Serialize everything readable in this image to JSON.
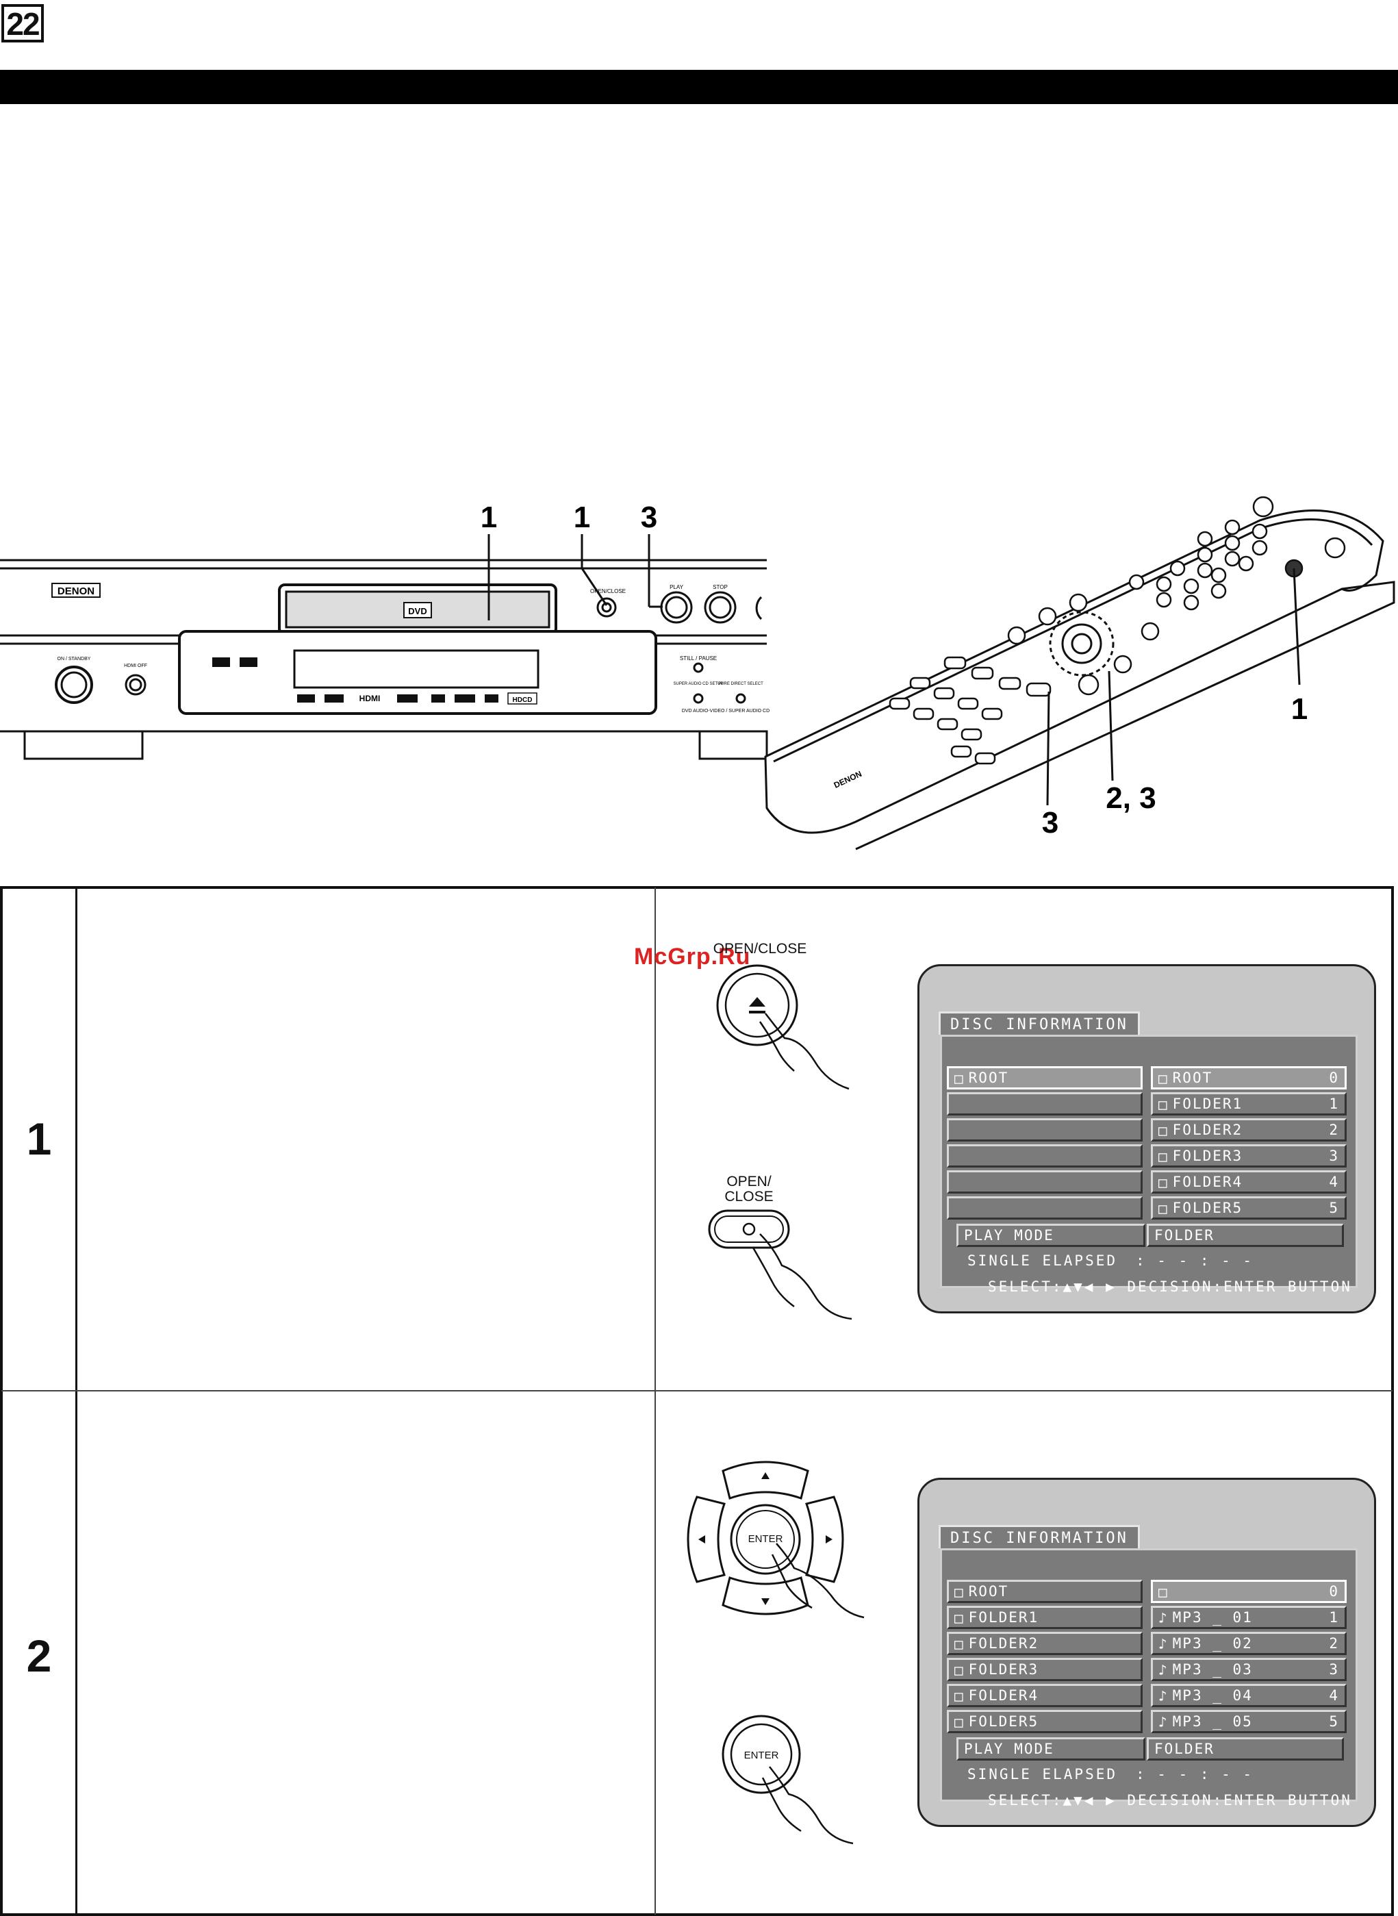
{
  "page_number": "22",
  "watermark": "McGrp.Ru",
  "illustration": {
    "player_brand": "DENON",
    "player_disc_logo": "DVD",
    "player_buttons": {
      "open_close": "OPEN/CLOSE",
      "play": "PLAY",
      "stop": "STOP",
      "still_pause": "STILL / PAUSE",
      "on_standby": "ON / STANDBY",
      "hdmi_off": "HDMI OFF",
      "super_audio": "SUPER AUDIO CD SETUP",
      "pure_direct": "PURE DIRECT SELECT",
      "mode_text": "DVD AUDIO-VIDEO / SUPER AUDIO CD",
      "hdmi_logo": "HDMI",
      "hdcd_logo": "HDCD"
    },
    "remote_brand": "DENON",
    "callouts": {
      "player_tray": "1",
      "player_open_close": "1",
      "player_play": "3",
      "remote_open_close": "1",
      "remote_cursor": "2, 3",
      "remote_play": "3"
    }
  },
  "steps": [
    {
      "number": "1",
      "buttons": {
        "open_close_top": "OPEN/CLOSE",
        "open_close_bottom_1": "OPEN/",
        "open_close_bottom_2": "CLOSE"
      },
      "osd": {
        "title": "DISC INFORMATION",
        "left_items": [
          "ROOT",
          "",
          "",
          "",
          "",
          ""
        ],
        "right_items": [
          {
            "label": "ROOT",
            "num": "0"
          },
          {
            "label": "FOLDER1",
            "num": "1"
          },
          {
            "label": "FOLDER2",
            "num": "2"
          },
          {
            "label": "FOLDER3",
            "num": "3"
          },
          {
            "label": "FOLDER4",
            "num": "4"
          },
          {
            "label": "FOLDER5",
            "num": "5"
          }
        ],
        "play_mode_label": "PLAY MODE",
        "play_mode_value": "FOLDER",
        "elapsed_label": "SINGLE ELAPSED",
        "elapsed_value": ": - - : - -",
        "help": "SELECT:▲▼◀ ▶ DECISION:ENTER BUTTON"
      }
    },
    {
      "number": "2",
      "buttons": {
        "enter_pad": "ENTER",
        "enter_single": "ENTER"
      },
      "osd": {
        "title": "DISC INFORMATION",
        "left_items": [
          "ROOT",
          "FOLDER1",
          "FOLDER2",
          "FOLDER3",
          "FOLDER4",
          "FOLDER5"
        ],
        "right_items": [
          {
            "label": "",
            "num": "0"
          },
          {
            "label": "MP3 _ 01",
            "num": "1"
          },
          {
            "label": "MP3 _ 02",
            "num": "2"
          },
          {
            "label": "MP3 _ 03",
            "num": "3"
          },
          {
            "label": "MP3 _ 04",
            "num": "4"
          },
          {
            "label": "MP3 _ 05",
            "num": "5"
          }
        ],
        "play_mode_label": "PLAY MODE",
        "play_mode_value": "FOLDER",
        "elapsed_label": "SINGLE ELAPSED",
        "elapsed_value": ": - - : - -",
        "help": "SELECT:▲▼◀ ▶ DECISION:ENTER BUTTON"
      }
    }
  ]
}
